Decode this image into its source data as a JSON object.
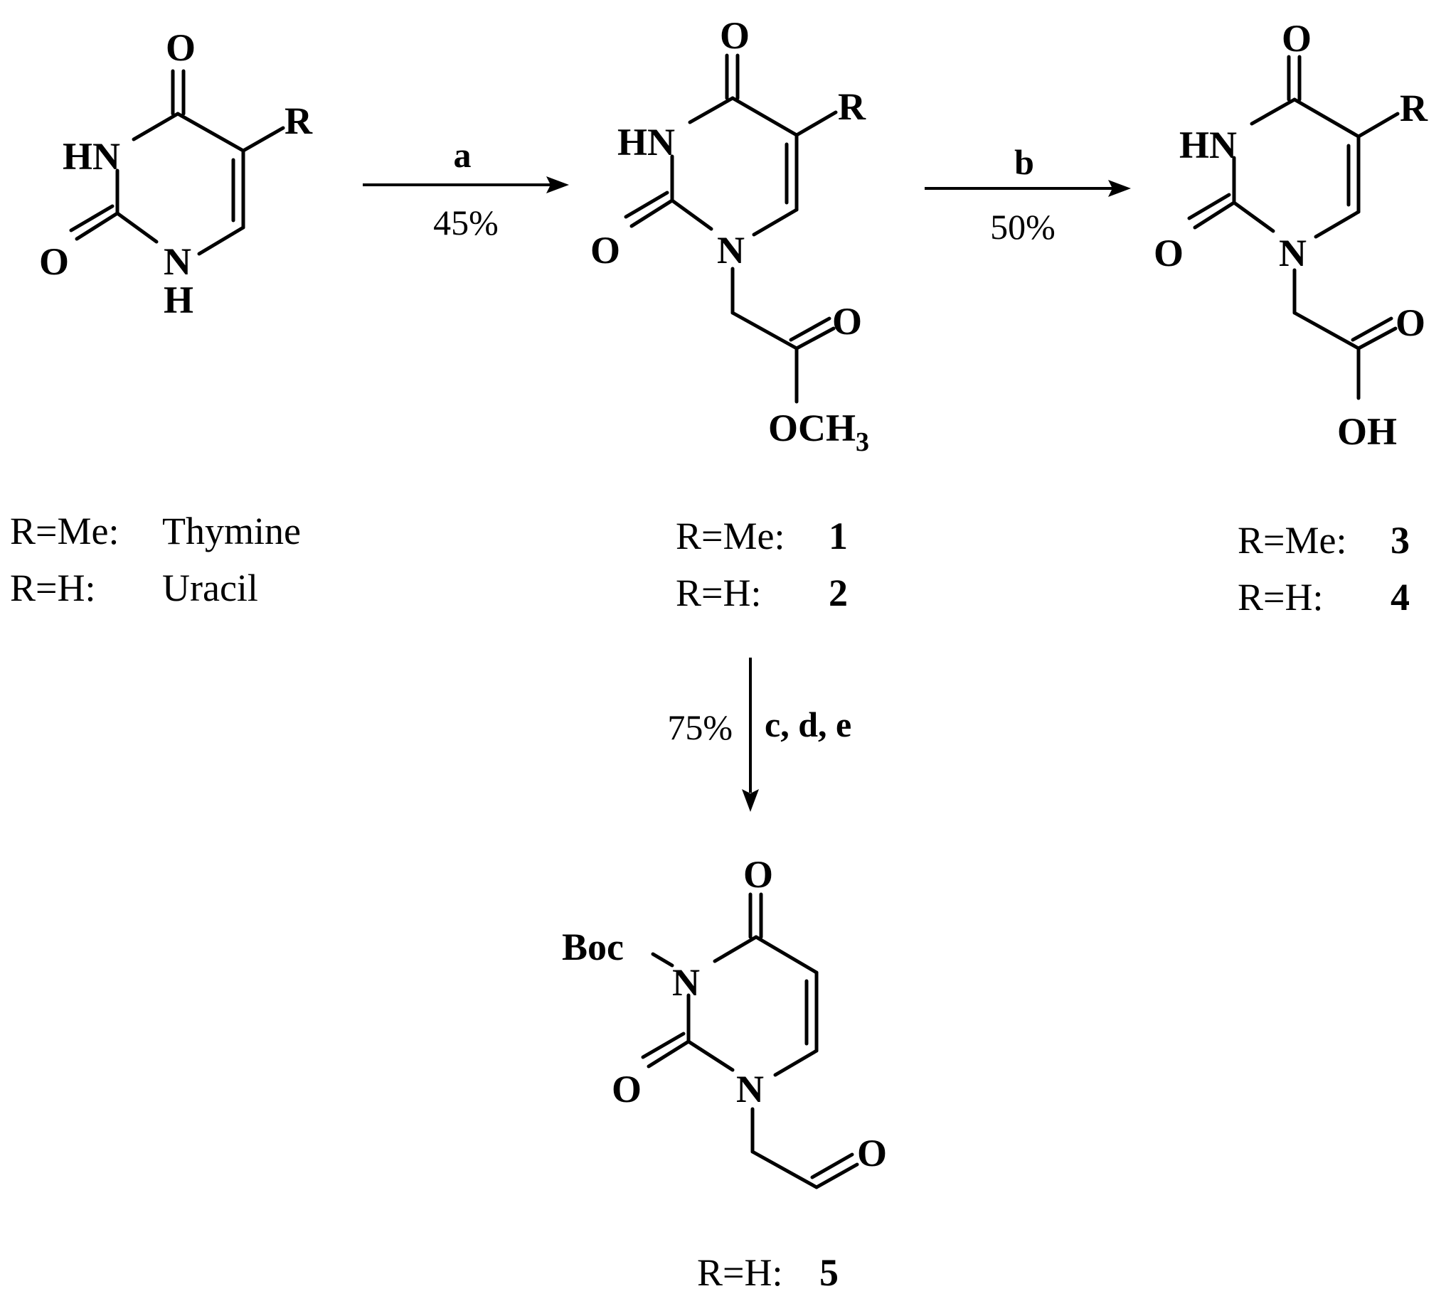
{
  "reactants": {
    "start": {
      "atoms": {
        "o_top": "O",
        "r": "R",
        "hn": "HN",
        "o_left": "O",
        "nh_n": "N",
        "nh_h": "H"
      },
      "captions": [
        {
          "prefix": "R=Me:",
          "name": "Thymine"
        },
        {
          "prefix": "R=H:",
          "name": "Uracil"
        }
      ]
    },
    "ester": {
      "atoms": {
        "o_top": "O",
        "r": "R",
        "hn": "HN",
        "o_left": "O",
        "n1": "N",
        "o_carbonyl": "O",
        "och3": "OCH",
        "sub3": "3"
      },
      "captions": [
        {
          "prefix": "R=Me:",
          "num": "1"
        },
        {
          "prefix": "R=H:",
          "num": "2"
        }
      ]
    },
    "acid": {
      "atoms": {
        "o_top": "O",
        "r": "R",
        "hn": "HN",
        "o_left": "O",
        "n1": "N",
        "o_carbonyl": "O",
        "oh": "OH"
      },
      "captions": [
        {
          "prefix": "R=Me:",
          "num": "3"
        },
        {
          "prefix": "R=H:",
          "num": "4"
        }
      ]
    },
    "aldehyde": {
      "atoms": {
        "o_top": "O",
        "boc": "Boc",
        "n3": "N",
        "o_left": "O",
        "n1": "N",
        "o_ald": "O"
      },
      "caption": {
        "prefix": "R=H:",
        "num": "5"
      }
    }
  },
  "arrows": {
    "a": {
      "reagent": "a",
      "yield": "45%"
    },
    "b": {
      "reagent": "b",
      "yield": "50%"
    },
    "cde": {
      "reagent": "c, d, e",
      "yield": "75%"
    }
  }
}
